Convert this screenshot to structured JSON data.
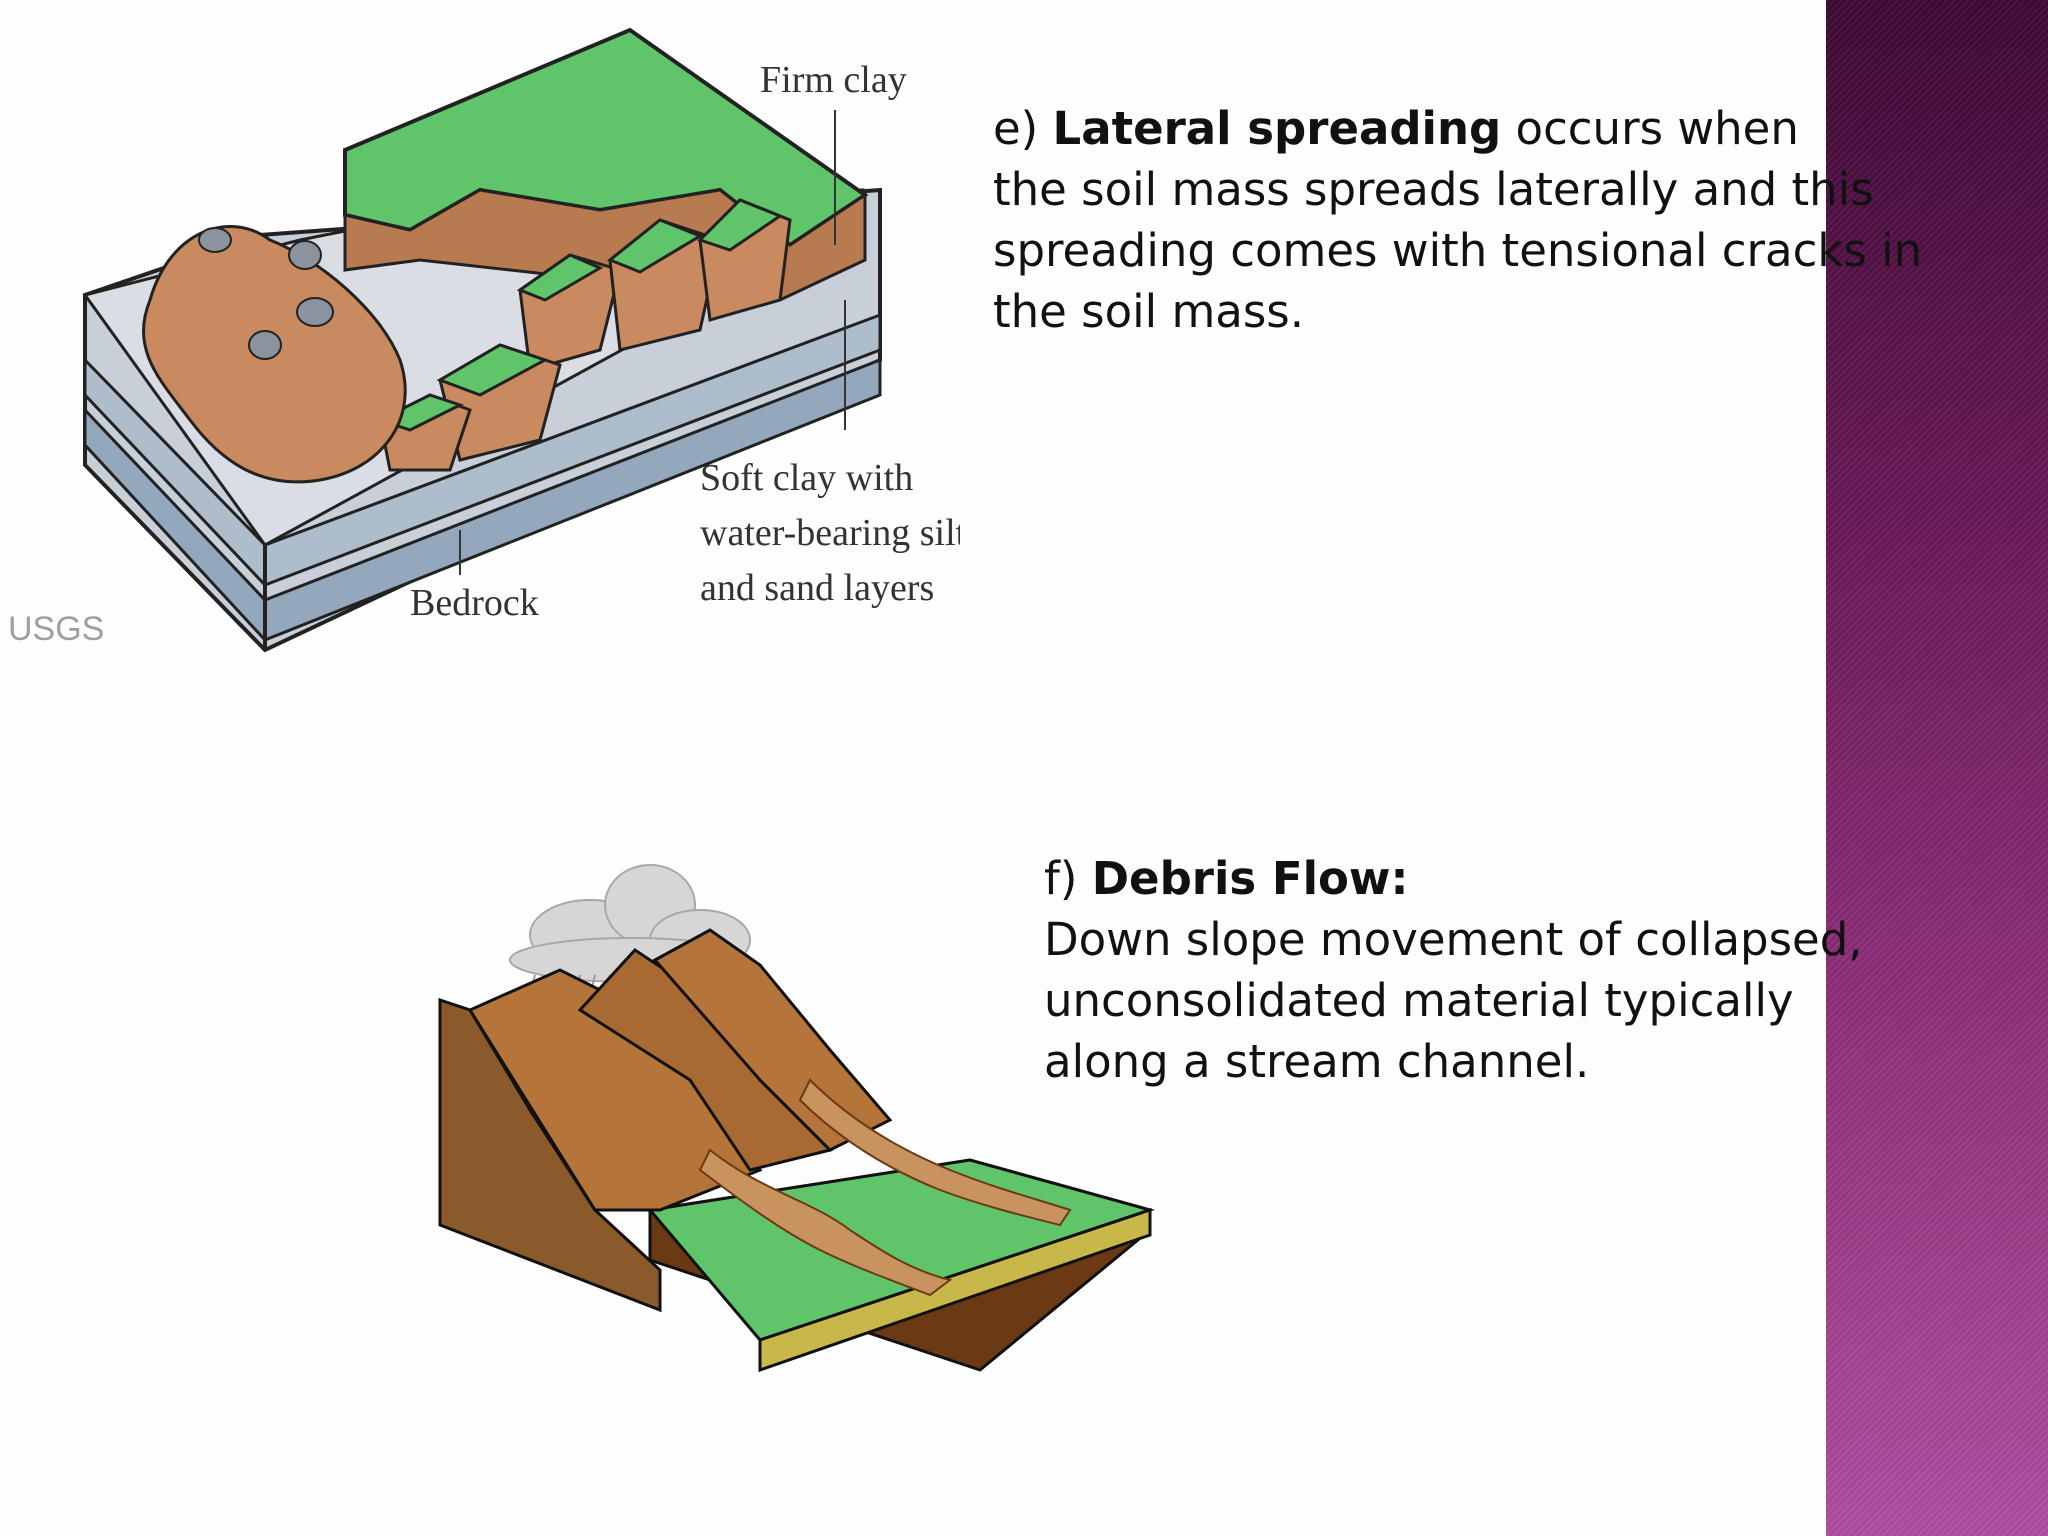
{
  "figure_top": {
    "labels": {
      "firm_clay": "Firm clay",
      "soft_clay_1": "Soft clay with",
      "soft_clay_2": "water-bearing silt",
      "soft_clay_3": "and sand layers",
      "bedrock": "Bedrock",
      "credit": "USGS"
    }
  },
  "section_e": {
    "prefix": "e) ",
    "term": "Lateral spreading",
    "line1_rest": " occurs when",
    "line2": "the soil mass spreads laterally and this",
    "line3": "spreading comes with tensional cracks in",
    "line4": "the soil mass."
  },
  "section_f": {
    "prefix": "f) ",
    "term": "Debris Flow:",
    "line2": "Down slope movement of collapsed,",
    "line3": "unconsolidated material typically",
    "line4": "along a stream channel."
  },
  "colors": {
    "sidebar_top": "#3e0a34",
    "sidebar_bottom": "#b04da0",
    "grass": "#5fc46a",
    "soil": "#c88a5e",
    "rock": "#8b5a2b"
  }
}
